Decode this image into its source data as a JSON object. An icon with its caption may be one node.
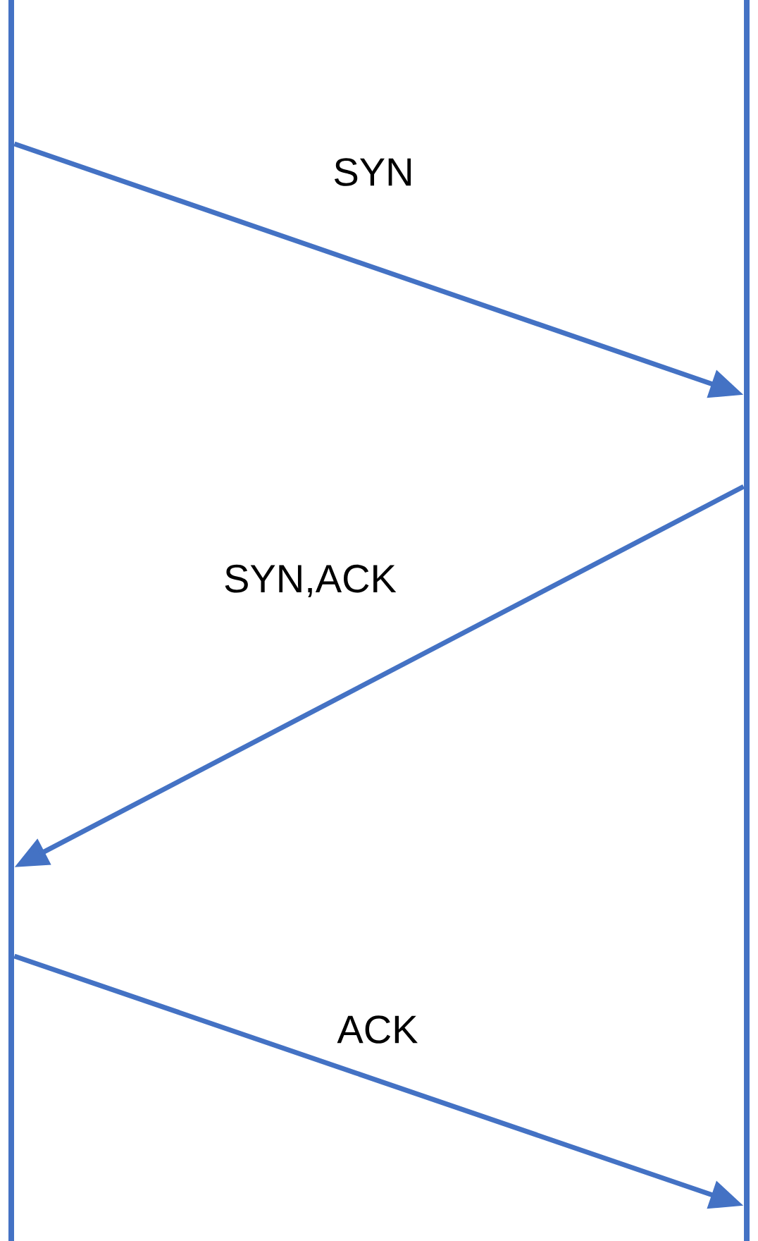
{
  "diagram": {
    "nodes": [
      {
        "text": [],
        "shape": "bar"
      },
      {
        "text": [],
        "shape": "bar"
      }
    ],
    "edges": [
      {
        "from": 0,
        "to": 1,
        "arrow": "to",
        "label": "SYN"
      },
      {
        "from": 1,
        "to": 0,
        "arrow": "to",
        "label": "SYN,ACK"
      },
      {
        "from": 0,
        "to": 1,
        "arrow": "to",
        "label": "ACK"
      }
    ]
  }
}
